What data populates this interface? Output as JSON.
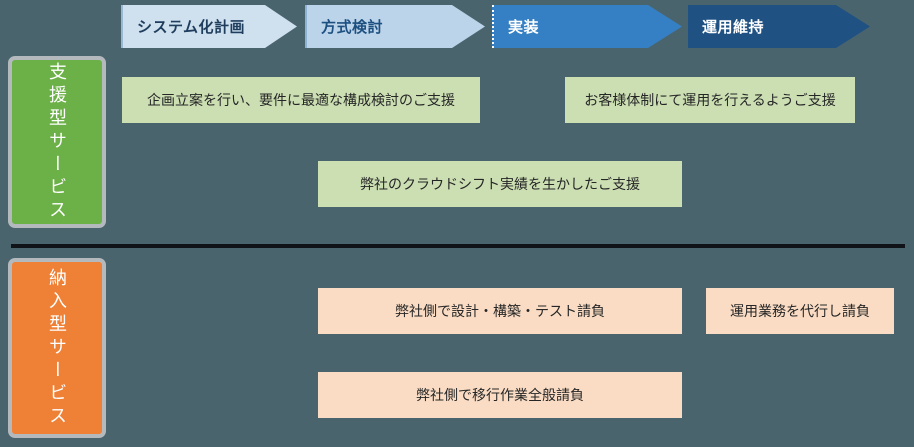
{
  "phases": [
    {
      "label": "システム化計画"
    },
    {
      "label": "方式検討"
    },
    {
      "label": "実装"
    },
    {
      "label": "運用維持"
    }
  ],
  "categories": [
    {
      "label": "支援型サービス",
      "color": "#6cb147"
    },
    {
      "label": "納入型サービス",
      "color": "#ef8136"
    }
  ],
  "support_boxes": [
    {
      "text": "企画立案を行い、要件に最適な構成検討のご支援"
    },
    {
      "text": "お客様体制にて運用を行えるようご支援"
    },
    {
      "text": "弊社のクラウドシフト実績を生かしたご支援"
    }
  ],
  "delivery_boxes": [
    {
      "text": "弊社側で設計・構築・テスト請負"
    },
    {
      "text": "運用業務を代行し請負"
    },
    {
      "text": "弊社側で移行作業全般請負"
    }
  ],
  "colors": {
    "background": "#4a646e",
    "phase_1": "#cfe0ef",
    "phase_2": "#bcd4ea",
    "phase_3": "#3580c4",
    "phase_4": "#1f5183",
    "support_box": "#ccdfb3",
    "delivery_box": "#fadcc4",
    "divider": "#101418"
  }
}
